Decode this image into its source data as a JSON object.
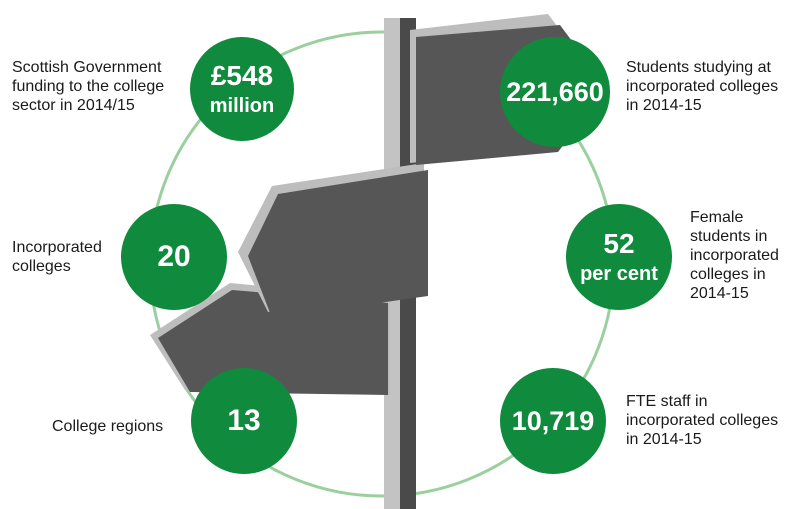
{
  "colors": {
    "green": "#108a3c",
    "ring": "#9bcf9e",
    "sign_dark": "#565656",
    "sign_light": "#bdbdbd",
    "post_light": "#c3c3c3",
    "post_dark": "#4a4a4a"
  },
  "stats": [
    {
      "id": "funding",
      "value": "£548",
      "unit": "million",
      "label": "Scottish Government\nfunding to the college\nsector in 2014/15"
    },
    {
      "id": "students",
      "value": "221,660",
      "unit": "",
      "label": "Students studying at\nincorporated colleges\nin 2014-15"
    },
    {
      "id": "colleges",
      "value": "20",
      "unit": "",
      "label": "Incorporated\ncolleges"
    },
    {
      "id": "female",
      "value": "52",
      "unit": "per cent",
      "label": "Female\nstudents in\nincorporated\ncolleges in\n2014-15"
    },
    {
      "id": "regions",
      "value": "13",
      "unit": "",
      "label": "College regions"
    },
    {
      "id": "staff",
      "value": "10,719",
      "unit": "",
      "label": "FTE staff in\nincorporated colleges\nin 2014-15"
    }
  ]
}
